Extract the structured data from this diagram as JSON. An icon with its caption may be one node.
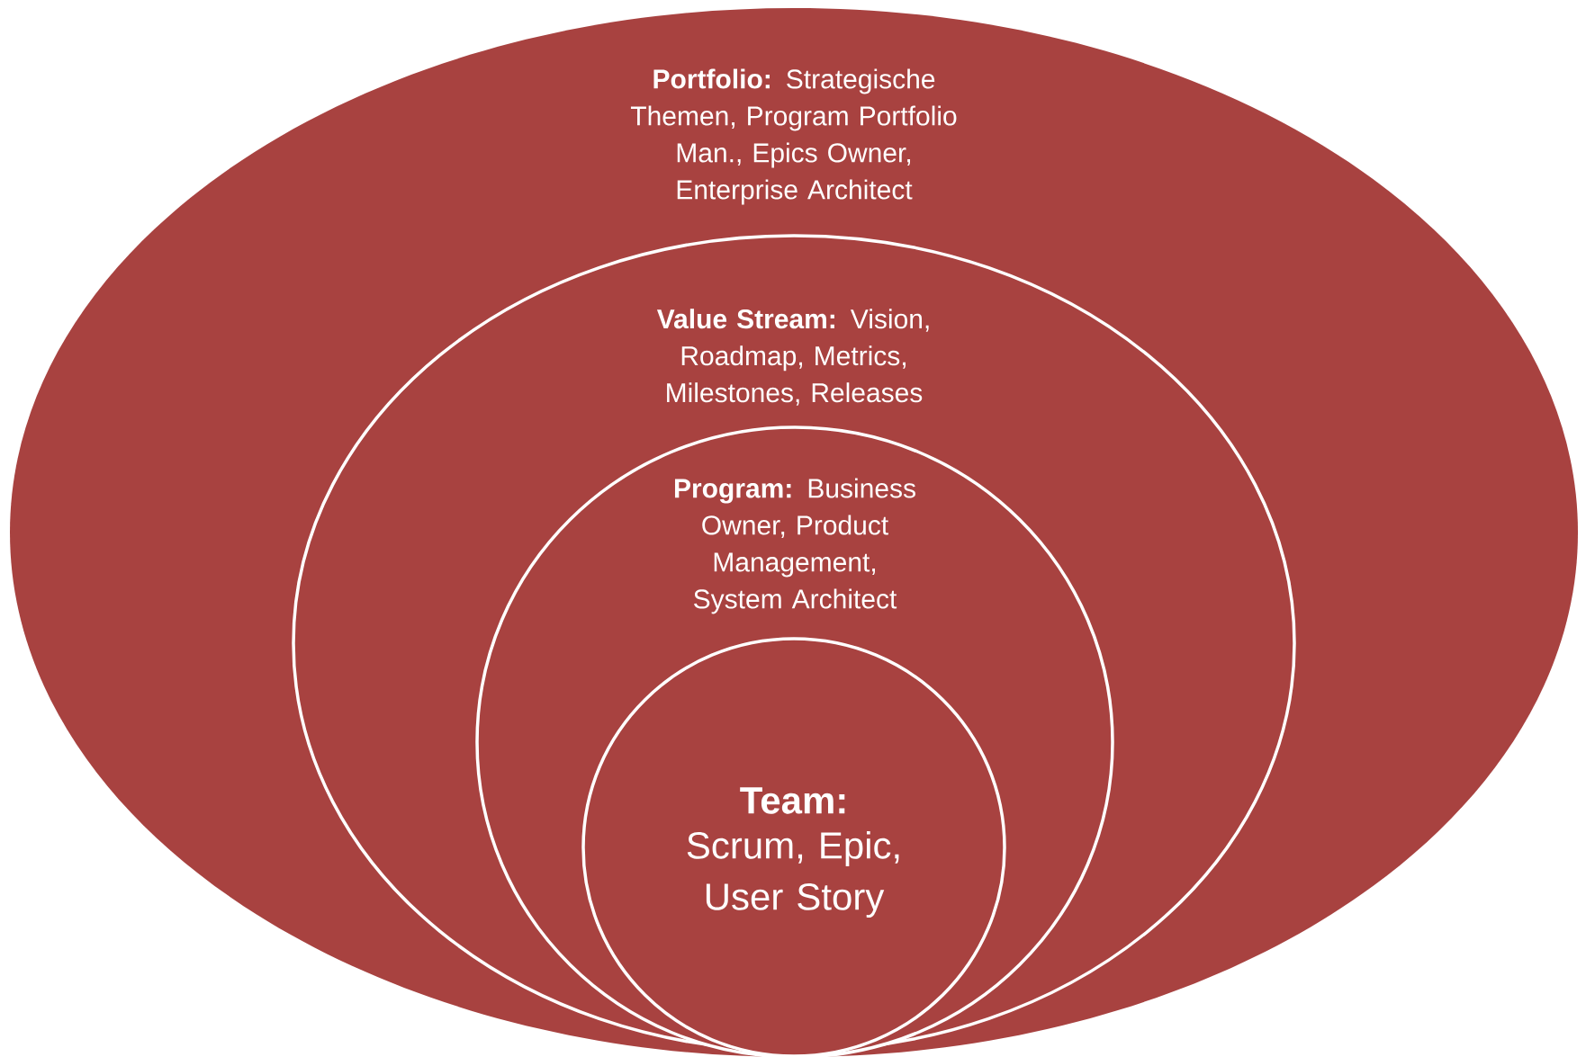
{
  "diagram": {
    "nodes": [
      {
        "text": [
          "**Portfolio:** Strategische Themen, Program Portfolio Man., Epics Owner, Enterprise Architect"
        ]
      },
      {
        "text": [
          "**Value Stream:** Vision, Roadmap, Metrics, Milestones, Releases"
        ],
        "in": 0
      },
      {
        "text": [
          "**Program:** Business Owner, Product Management, System Architect"
        ],
        "in": 1
      },
      {
        "text": [
          "Team:",
          "Scrum, Epic, User Story"
        ],
        "in": 2
      }
    ]
  }
}
